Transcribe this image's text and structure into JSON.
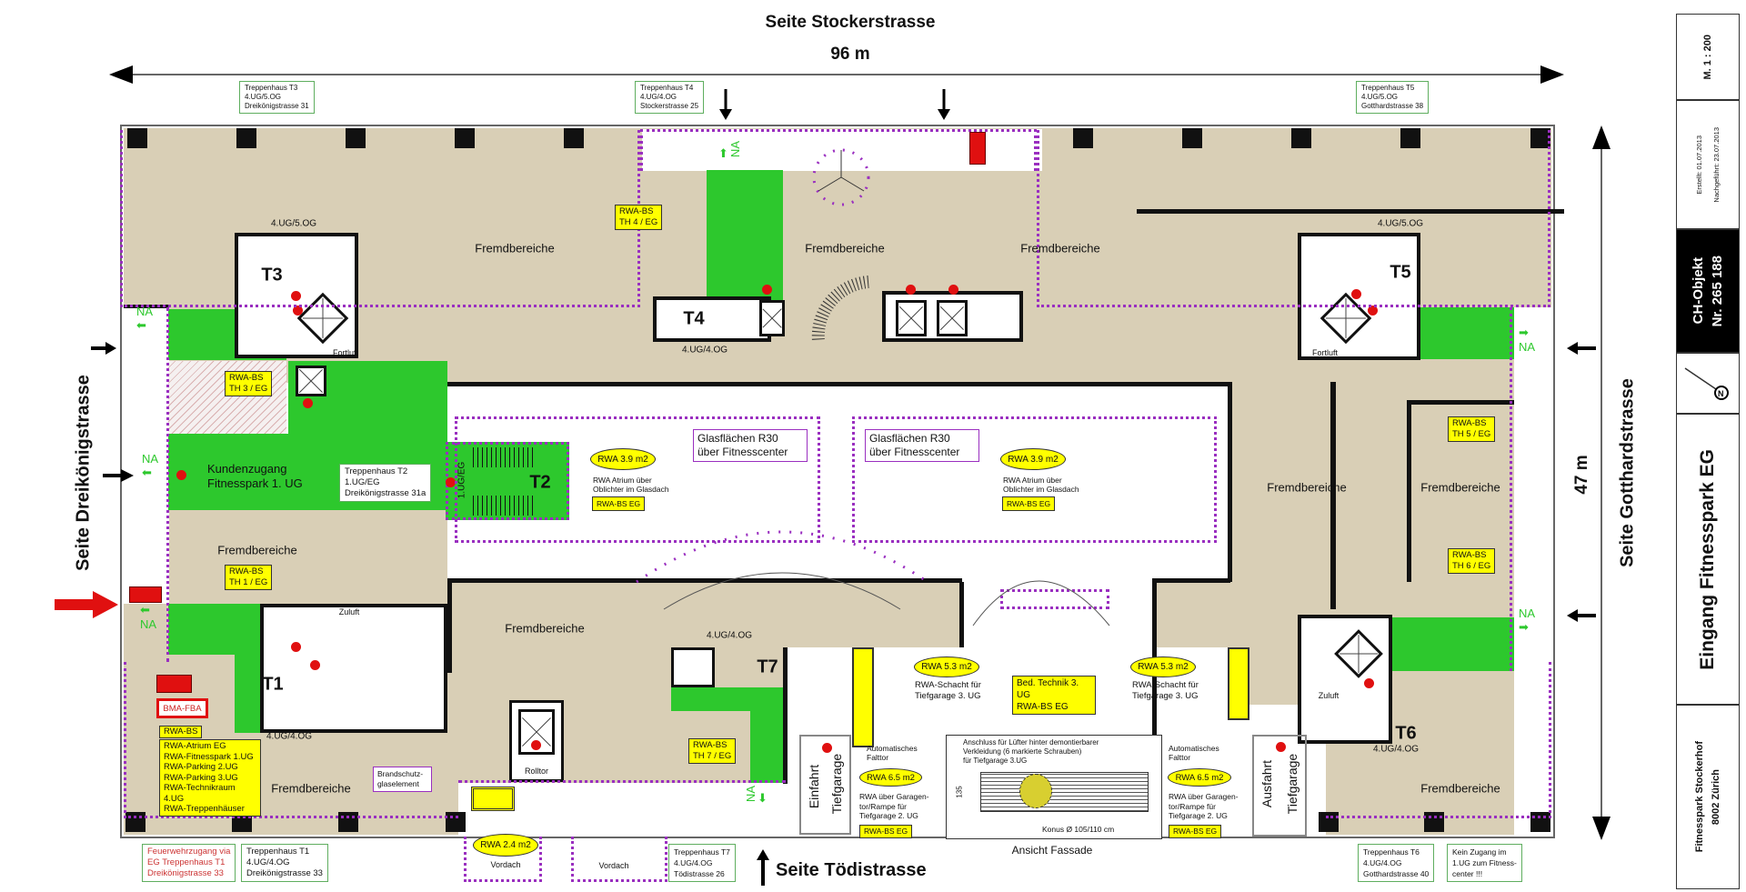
{
  "header": {
    "street_top": "Seite Stockerstrasse",
    "width": "96 m"
  },
  "streets": {
    "left": "Seite Dreikönigstrasse",
    "right": "Seite Gotthardstrasse",
    "right_dim": "47 m",
    "bottom": "Seite Tödistrasse"
  },
  "stair_boxes": {
    "t3": [
      "Treppenhaus T3",
      "4.UG/5.OG",
      "Dreikönigstrasse 31"
    ],
    "t4": [
      "Treppenhaus T4",
      "4.UG/4.OG",
      "Stockerstrasse 25"
    ],
    "t5": [
      "Treppenhaus T5",
      "4.UG/5.OG",
      "Gotthardstrasse 38"
    ],
    "t2": [
      "Treppenhaus T2",
      "1.UG/EG",
      "Dreikönigstrasse 31a"
    ],
    "t1": [
      "Treppenhaus T1",
      "4.UG/4.OG",
      "Dreikönigstrasse 33"
    ],
    "t7": [
      "Treppenhaus T7",
      "4.UG/4.OG",
      "Tödistrasse 26"
    ],
    "t6": [
      "Treppenhaus T6",
      "4.UG/4.OG",
      "Gotthardstrasse 40"
    ]
  },
  "notes": {
    "fire_access": [
      "Feuerwehrzugang via",
      "EG Treppenhaus T1",
      "Dreikönigstrasse 33"
    ],
    "no_access": [
      "Kein Zugang im",
      "1.UG zum Fitness-",
      "center !!!"
    ]
  },
  "rooms": {
    "foreign": "Fremdbereiche",
    "customer_access": [
      "Kundenzugang",
      "Fitnesspark 1. UG"
    ]
  },
  "stairs": {
    "t1": "T1",
    "t2": "T2",
    "t3": "T3",
    "t4": "T4",
    "t5": "T5",
    "t6": "T6",
    "t7": "T7"
  },
  "floors": {
    "ug5og": "4.UG/5.OG",
    "ug4og": "4.UG/4.OG",
    "ugeg": "1.UG/EG"
  },
  "vent": {
    "exhaust": "Fortluft",
    "supply": "Zuluft"
  },
  "na": "NA",
  "rwa_bs": {
    "th3": [
      "RWA-BS",
      "TH 3 / EG"
    ],
    "th4": [
      "RWA-BS",
      "TH 4 / EG"
    ],
    "th5": [
      "RWA-BS",
      "TH 5 / EG"
    ],
    "th1": [
      "RWA-BS",
      "TH 1 / EG"
    ],
    "th6": [
      "RWA-BS",
      "TH 6 / EG"
    ],
    "th7": [
      "RWA-BS",
      "TH 7 / EG"
    ],
    "eg": "RWA-BS EG"
  },
  "rwa_list": {
    "header": "RWA-BS",
    "items": [
      "RWA-Atrium EG",
      "RWA-Fitnesspark 1.UG",
      "RWA-Parking 2.UG",
      "RWA-Parking 3.UG",
      "RWA-Technikraum 4.UG",
      "RWA-Treppenhäuser"
    ]
  },
  "bma": "BMA-FBA",
  "atrium": {
    "glass": [
      "Glasflächen R30",
      "über Fitnesscenter"
    ],
    "rwa": "RWA 3.9 m2",
    "desc": [
      "RWA Atrium über",
      "Oblichter im Glasdach"
    ]
  },
  "shaft": {
    "rwa": "RWA 5.3 m2",
    "desc": [
      "RWA-Schacht für",
      "Tiefgarage 3. UG"
    ],
    "control": [
      "Bed. Technik 3. UG",
      "RWA-BS EG"
    ]
  },
  "garage": {
    "rwa": "RWA 6.5 m2",
    "desc": [
      "RWA über Garagen-",
      "tor/Rampe für",
      "Tiefgarage 2. UG"
    ],
    "door": [
      "Automatisches",
      "Falttor"
    ],
    "entry": [
      "Einfahrt",
      "Tiefgarage"
    ],
    "exit": [
      "Ausfahrt",
      "Tiefgarage"
    ]
  },
  "facade": {
    "text": [
      "Anschluss für Lüfter hinter demontierbarer",
      "Verkleidung (6 markierte Schrauben)",
      "für Tiefgarage 3.UG"
    ],
    "dim": "135",
    "cone": "Konus Ø 105/110 cm",
    "caption": "Ansicht Fassade"
  },
  "misc": {
    "rolltor": "Rolltor",
    "glass_element": [
      "Brandschutz-",
      "glaselement"
    ],
    "canopy_rwa": "RWA 2.4 m2",
    "canopy": "Vordach"
  },
  "title_block": {
    "scale": "M. 1 : 200",
    "created": "Erstellt: 01.07.2013",
    "updated": "Nachgeführt: 23.07.2013",
    "object": "CH-Objekt",
    "number": "Nr. 265 188",
    "title": "Eingang Fitnesspark EG",
    "site": "Fitnesspark Stockerhof",
    "city": "8002 Zürich"
  },
  "colors": {
    "fitness": "#2dc82d",
    "foreign": "#d9cfb6",
    "rwa": "#ffff00",
    "boundary": "#9a2fc0",
    "entry": "#e01010"
  }
}
